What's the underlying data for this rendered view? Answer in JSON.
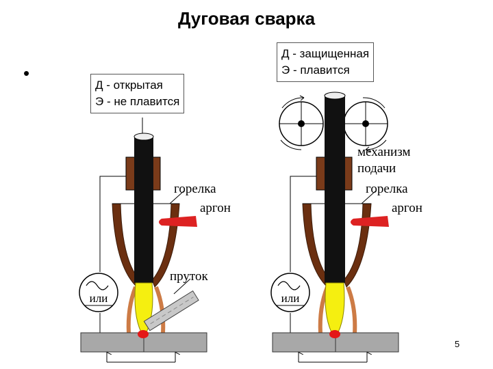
{
  "title": "Дуговая сварка",
  "bullet": "•",
  "left_panel": {
    "legend": [
      "Д - открытая",
      "Э - не плавится"
    ],
    "labels": {
      "torch": "горелка",
      "argon": "аргон",
      "filler_rod": "пруток",
      "power_source": "или"
    }
  },
  "right_panel": {
    "legend": [
      "Д - защищенная",
      "Э - плавится"
    ],
    "labels": {
      "feed_mechanism_line1": "механизм",
      "feed_mechanism_line2": "подачи",
      "torch": "горелка",
      "argon": "аргон",
      "power_source": "или"
    }
  },
  "page_number": "5",
  "colors": {
    "electrode": "#111111",
    "holder": "#7a3b1a",
    "nozzle": "#6b2f10",
    "arc": "#f5ef10",
    "weld_pool": "#e41818",
    "argon_jet": "#dd2222",
    "workpiece": "#a8a8a8",
    "wire_copper": "#cd7b45"
  }
}
